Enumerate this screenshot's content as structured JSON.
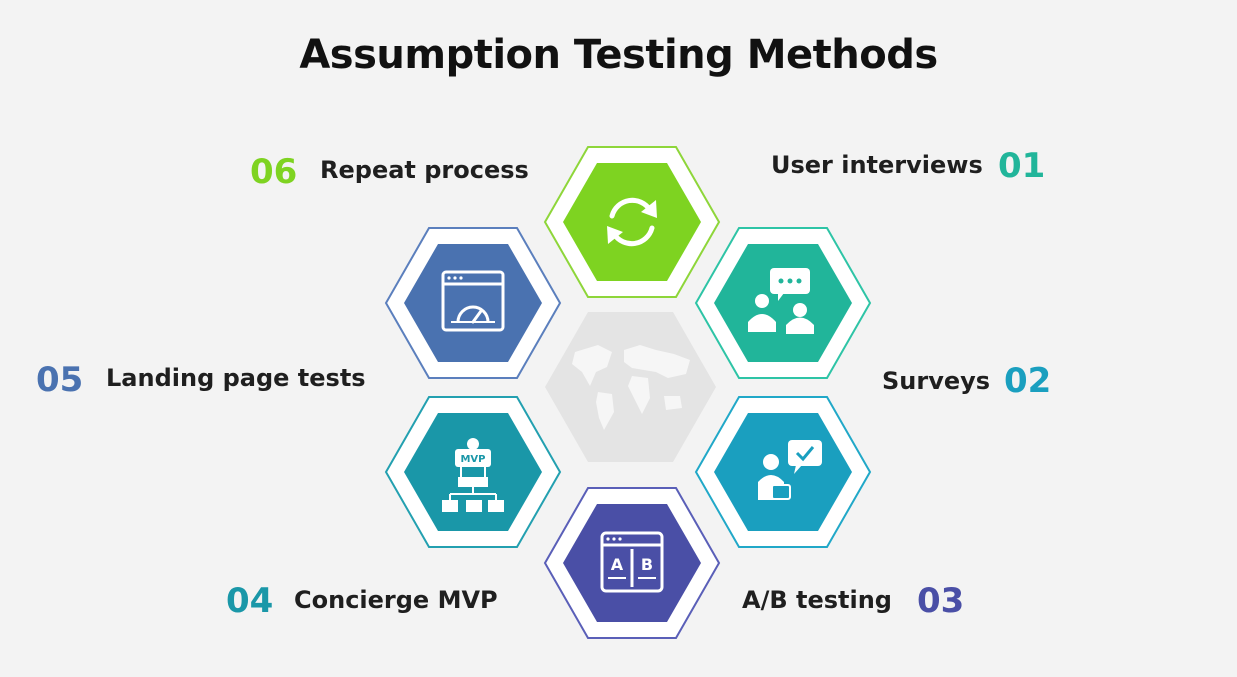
{
  "title": "Assumption Testing Methods",
  "steps": [
    {
      "number": "01",
      "label": "User interviews",
      "color": "#21b59a",
      "icon": "interview-icon"
    },
    {
      "number": "02",
      "label": "Surveys",
      "color": "#1a9fbf",
      "icon": "survey-icon"
    },
    {
      "number": "03",
      "label": "A/B testing",
      "color": "#4a4fa6",
      "icon": "ab-test-icon"
    },
    {
      "number": "04",
      "label": "Concierge MVP",
      "color": "#1a97a8",
      "icon": "mvp-icon"
    },
    {
      "number": "05",
      "label": "Landing page tests",
      "color": "#4a72b0",
      "icon": "dashboard-icon"
    },
    {
      "number": "06",
      "label": "Repeat process",
      "color": "#7ed321",
      "icon": "refresh-icon"
    }
  ],
  "center_icon": "world-map-icon",
  "mvp_icon_text": "MVP",
  "ab_icon_text": "A B"
}
